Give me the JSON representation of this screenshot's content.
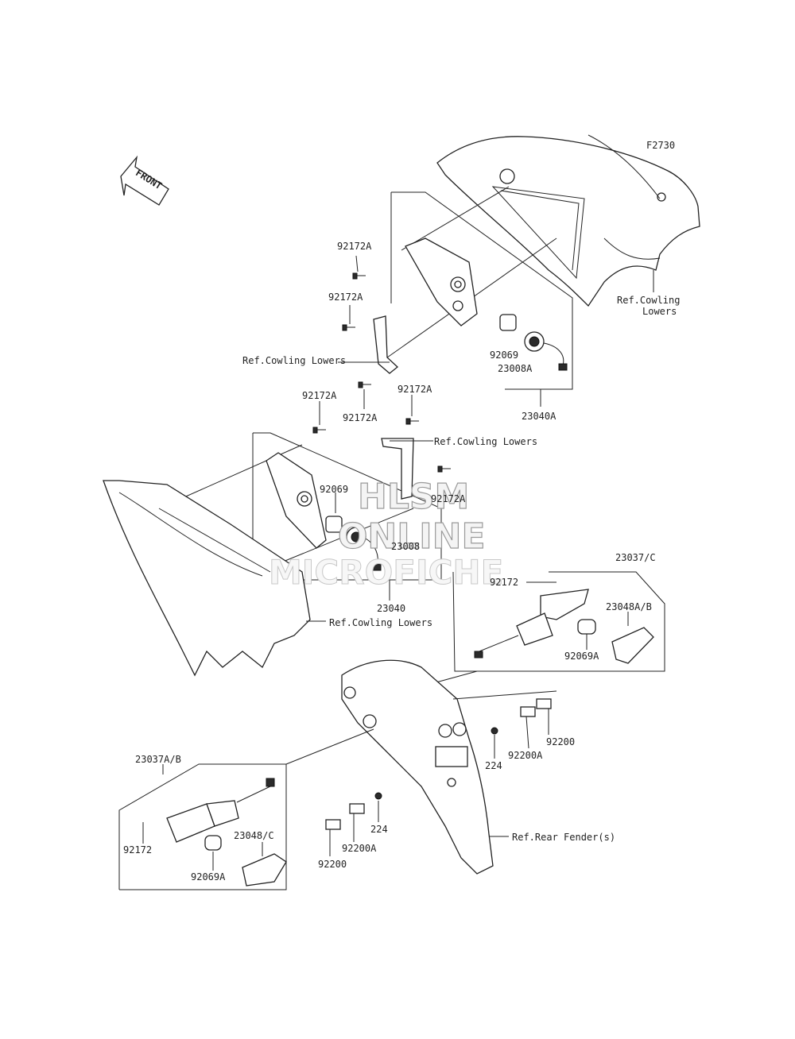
{
  "figure_code": "F2730",
  "front_label": "FRONT",
  "watermark": {
    "line1": "HLSM",
    "line2": "ONLINE",
    "line3": "MICROFICHE"
  },
  "labels": {
    "p92172A_1": "92172A",
    "p92172A_2": "92172A",
    "p92172A_3": "92172A",
    "p92172A_4": "92172A",
    "p92172A_5": "92172A",
    "p92172A_6": "92172A",
    "p92069_1": "92069",
    "p23008A": "23008A",
    "p23040A": "23040A",
    "ref_cowling_1a": "Ref.Cowling",
    "ref_cowling_1b": "Lowers",
    "ref_cowling_2": "Ref.Cowling Lowers",
    "ref_cowling_3": "Ref.Cowling Lowers",
    "ref_cowling_4": "Ref.Cowling Lowers",
    "p92069_2": "92069",
    "p23008": "23008",
    "p23040": "23040",
    "p23037C": "23037/C",
    "p92172_1": "92172",
    "p23048AB": "23048A/B",
    "p92069A_1": "92069A",
    "p92200_1": "92200",
    "p224_1": "224",
    "p92200A_1": "92200A",
    "p23037AB": "23037A/B",
    "p92172_2": "92172",
    "p23048C": "23048/C",
    "p92069A_2": "92069A",
    "p224_2": "224",
    "p92200A_2": "92200A",
    "p92200_2": "92200",
    "ref_rear_fender": "Ref.Rear Fender(s)"
  }
}
